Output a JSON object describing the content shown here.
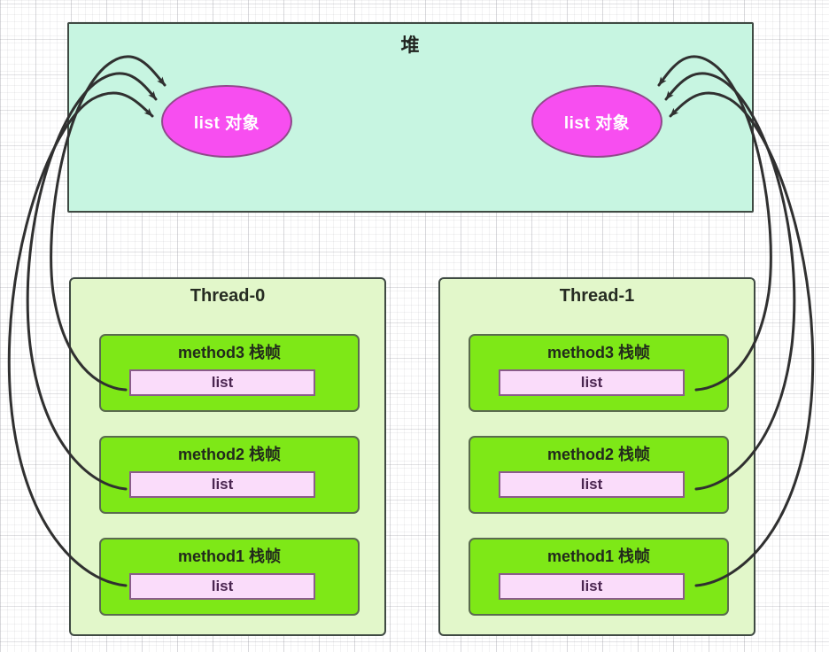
{
  "diagram": {
    "title": "JVM heap objects referenced by thread stack frames",
    "colors": {
      "heap_fill": "#c7f5e1",
      "thread_fill": "#e2f7ca",
      "frame_fill": "#7ee817",
      "slot_fill": "#fadcfa",
      "object_fill": "#f74ef0",
      "stroke": "#3f4a43",
      "arrow": "#303030"
    }
  },
  "heap": {
    "label": "堆",
    "objects": [
      {
        "id": "obj-left",
        "label": "list 对象"
      },
      {
        "id": "obj-right",
        "label": "list 对象"
      }
    ]
  },
  "threads": [
    {
      "id": "thread-0",
      "title": "Thread-0",
      "frames": [
        {
          "title": "method3 栈帧",
          "slot": "list"
        },
        {
          "title": "method2 栈帧",
          "slot": "list"
        },
        {
          "title": "method1 栈帧",
          "slot": "list"
        }
      ]
    },
    {
      "id": "thread-1",
      "title": "Thread-1",
      "frames": [
        {
          "title": "method3 栈帧",
          "slot": "list"
        },
        {
          "title": "method2 栈帧",
          "slot": "list"
        },
        {
          "title": "method1 栈帧",
          "slot": "list"
        }
      ]
    }
  ],
  "connections": [
    {
      "from": "thread-0.method3.list",
      "to": "obj-left"
    },
    {
      "from": "thread-0.method2.list",
      "to": "obj-left"
    },
    {
      "from": "thread-0.method1.list",
      "to": "obj-left"
    },
    {
      "from": "thread-1.method3.list",
      "to": "obj-right"
    },
    {
      "from": "thread-1.method2.list",
      "to": "obj-right"
    },
    {
      "from": "thread-1.method1.list",
      "to": "obj-right"
    }
  ]
}
